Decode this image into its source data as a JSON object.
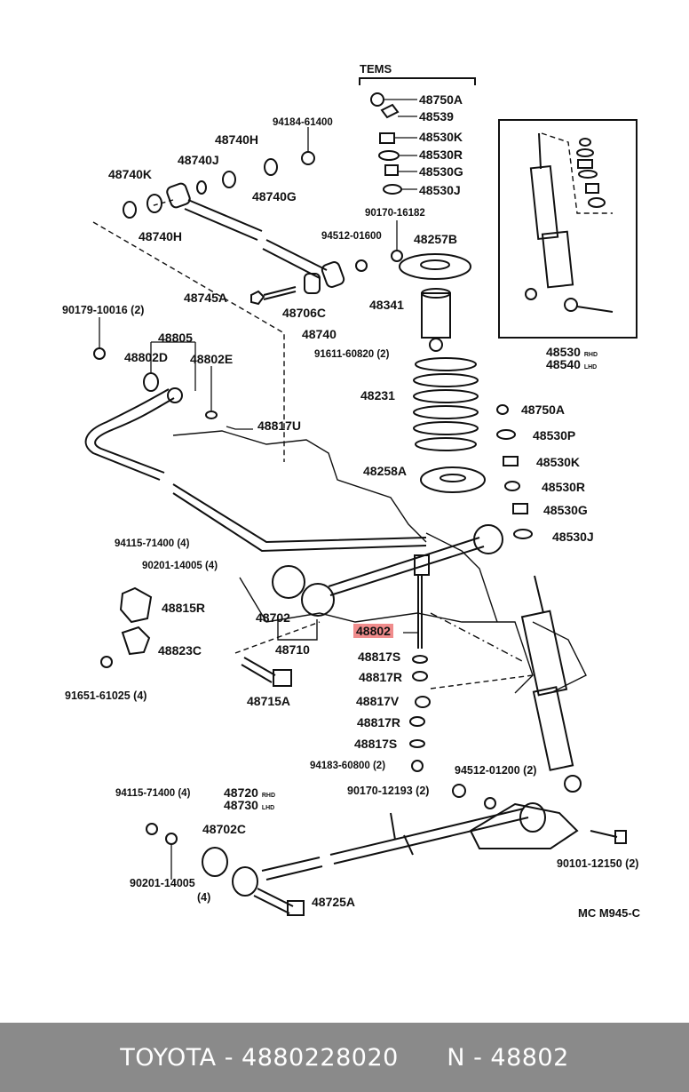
{
  "diagram": {
    "labels": {
      "tems": "TEMS",
      "p48750A_top": "48750A",
      "p48539": "48539",
      "p48530K_top": "48530K",
      "p48530R_top": "48530R",
      "p48530G_top": "48530G",
      "p48530J_top": "48530J",
      "p94184": "94184-61400",
      "p48740H_top": "48740H",
      "p48740J": "48740J",
      "p48740K": "48740K",
      "p48740G": "48740G",
      "p48740H_bot": "48740H",
      "p90170_16182": "90170-16182",
      "p94512_01600": "94512-01600",
      "p48257B": "48257B",
      "p48745A": "48745A",
      "p48706C": "48706C",
      "p48740": "48740",
      "p48341": "48341",
      "p90179": "90179-10016 (2)",
      "p48805": "48805",
      "p48802D": "48802D",
      "p48802E": "48802E",
      "p91611": "91611-60820 (2)",
      "p48231": "48231",
      "p48530_cab": "48530",
      "p48530_cab_note": "RHD",
      "p48540": "48540",
      "p48540_note": "LHD",
      "p48750A_r": "48750A",
      "p48530P": "48530P",
      "p48817U": "48817U",
      "p48258A": "48258A",
      "p48530K_r": "48530K",
      "p48530R_r": "48530R",
      "p48530G_r": "48530G",
      "p48530J_r": "48530J",
      "p94115_top": "94115-71400 (4)",
      "p90201_top": "90201-14005 (4)",
      "p48815R": "48815R",
      "p48702": "48702",
      "p48802": "48802",
      "p48823C": "48823C",
      "p48710": "48710",
      "p48817S_a": "48817S",
      "p48817R_a": "48817R",
      "p91651": "91651-61025 (4)",
      "p48715A": "48715A",
      "p48817V": "48817V",
      "p48817R_b": "48817R",
      "p48817S_b": "48817S",
      "p94183": "94183-60800 (2)",
      "p94512_01200": "94512-01200 (2)",
      "p90170_12193": "90170-12193 (2)",
      "p94115_bot": "94115-71400 (4)",
      "p48720": "48720",
      "p48720_note": "RHD",
      "p48730": "48730",
      "p48730_note": "LHD",
      "p48702C": "48702C",
      "p90201_bot": "90201-14005",
      "p90201_bot_qty": "(4)",
      "p48725A": "48725A",
      "p90101": "90101-12150 (2)",
      "ref_code": "MC M945-C"
    }
  },
  "footer": {
    "text": "TOYOTA - 4880228020      N - 48802"
  },
  "colors": {
    "line": "#111111",
    "highlight": "#f08c8c",
    "footer_bg": "#8a8a8a",
    "footer_text": "#ffffff"
  }
}
